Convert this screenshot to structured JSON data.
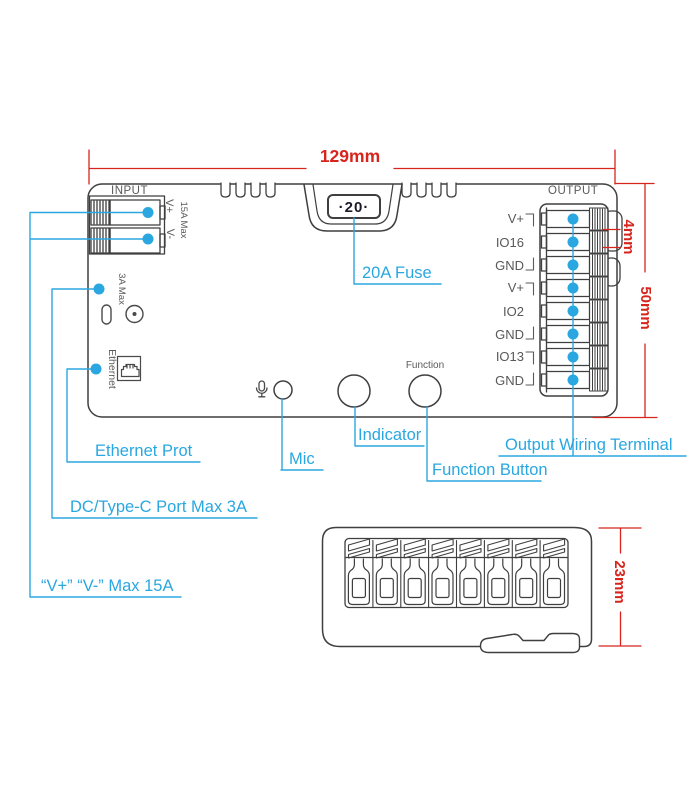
{
  "colors": {
    "cyan": "#2aa7e0",
    "red": "#d7251d",
    "outline": "#3f3f3f",
    "print_gray": "#5a5a5a"
  },
  "dimensions": {
    "width": "129mm",
    "pitch": "4mm",
    "height": "50mm",
    "depth": "23mm"
  },
  "device": {
    "input_label": "INPUT",
    "output_label": "OUTPUT",
    "fuse_display": "·20·",
    "function_print": "Function",
    "input_vplus": "V+",
    "input_vminus": "V-",
    "input_max": "15A Max",
    "dc_max": "3A Max",
    "ethernet_print": "Ethernet",
    "output_pins": [
      {
        "label": "V+",
        "bracket": "open"
      },
      {
        "label": "IO16",
        "bracket": null
      },
      {
        "label": "GND",
        "bracket": "close"
      },
      {
        "label": "V+",
        "bracket": "open"
      },
      {
        "label": "IO2",
        "bracket": null
      },
      {
        "label": "GND",
        "bracket": "close"
      },
      {
        "label": "IO13",
        "bracket": "open"
      },
      {
        "label": "GND",
        "bracket": "close"
      }
    ]
  },
  "callouts": {
    "fuse": "20A Fuse",
    "ethernet": "Ethernet Prot",
    "mic": "Mic",
    "indicator": "Indicator",
    "function": "Function Button",
    "output": "Output Wiring Terminal",
    "dc": "DC/Type-C Port Max 3A",
    "input_power": "“V+” “V-” Max 15A"
  },
  "icons": {
    "microphone": "mic-icon",
    "usb_c": "usb-c-port-icon",
    "dc_jack": "dc-jack-icon",
    "ethernet": "rj45-port-icon"
  }
}
